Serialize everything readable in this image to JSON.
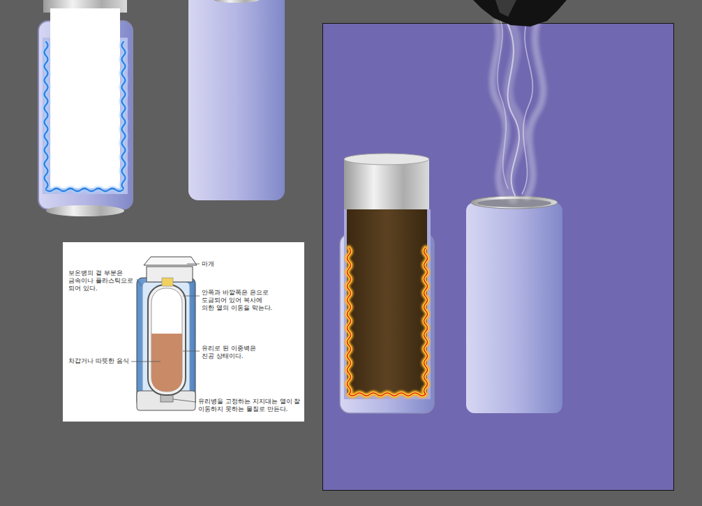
{
  "diagram": {
    "labels": [
      "보온병의 겉 부분은 금속이나 플라스틱으로 되어 있다.",
      "마개",
      "안쪽과 바깥쪽은 은으로 도금되어 있어 복사에 의한 열의 이동을 막는다.",
      "차갑거나 따뜻한 음식",
      "유리로 된 이중벽은 진공 상태이다.",
      "유리병을 고정하는 지지대는 열이 잘 이동하지 못하는 물질로 만든다."
    ]
  }
}
